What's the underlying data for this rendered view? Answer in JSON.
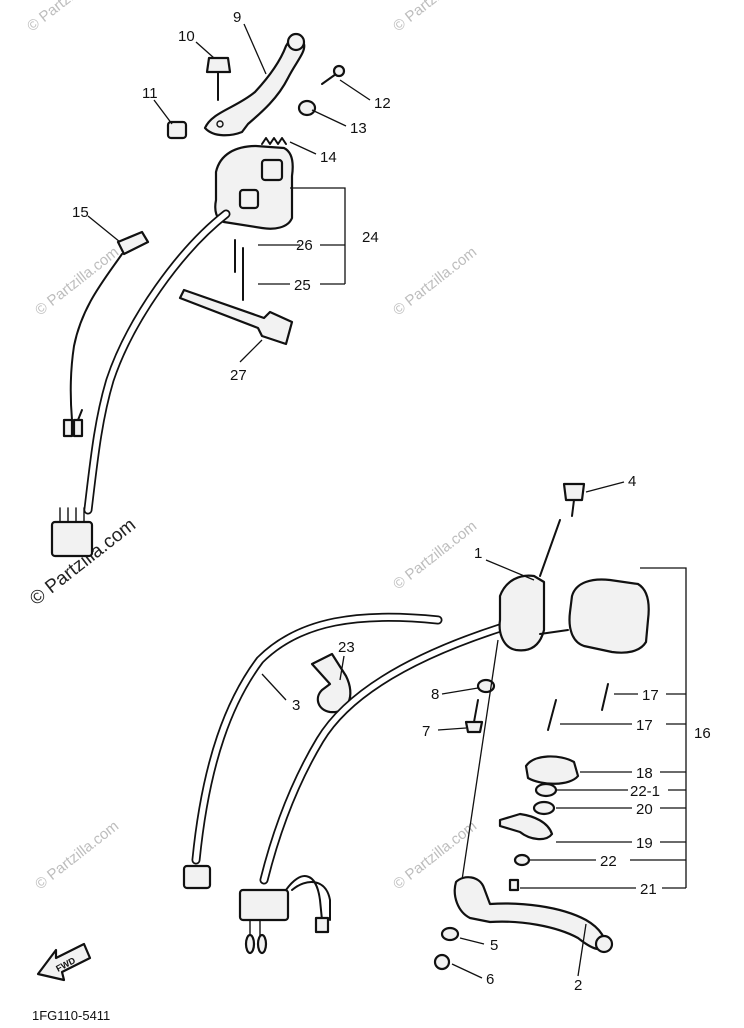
{
  "diagram": {
    "drawing_code": "1FG110-5411",
    "direction_label": "FWD",
    "watermark_text": "© Partzilla.com",
    "callouts": [
      "1",
      "2",
      "3",
      "4",
      "5",
      "6",
      "7",
      "8",
      "9",
      "10",
      "11",
      "12",
      "13",
      "14",
      "15",
      "16",
      "17",
      "17",
      "18",
      "19",
      "20",
      "21",
      "22",
      "22-1",
      "23",
      "24",
      "25",
      "26",
      "27"
    ]
  }
}
